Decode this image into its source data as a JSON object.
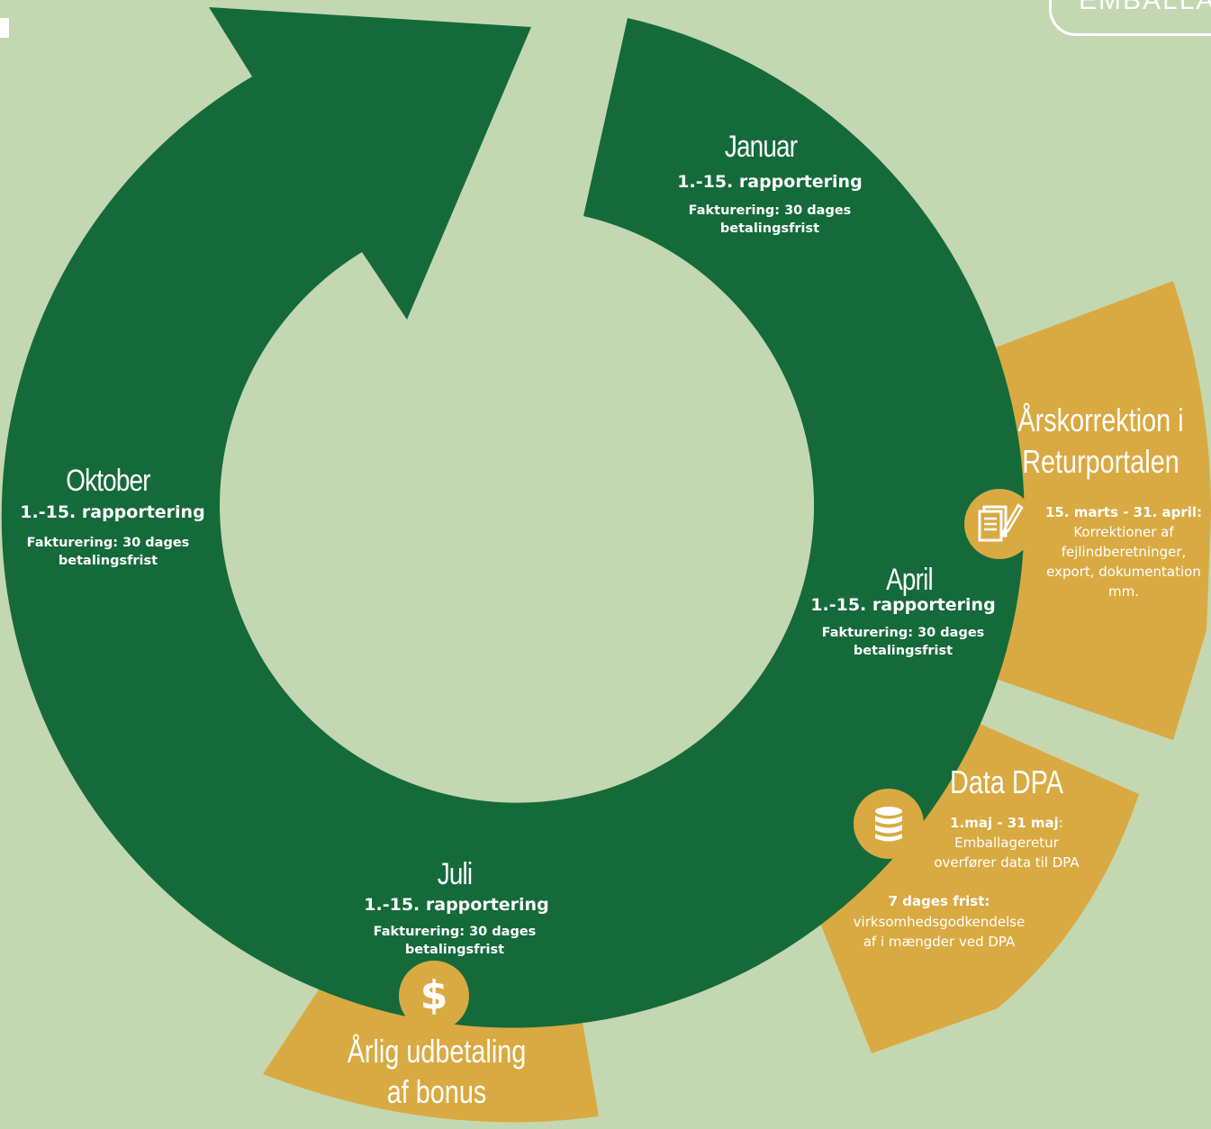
{
  "logo_text": "EMBALLAG",
  "colors": {
    "background": "#c3d8b0",
    "ring": "#156a3a",
    "accent": "#d9aa42",
    "text": "#ffffff"
  },
  "quarters": [
    {
      "month": "Januar",
      "reporting": "1.-15. rapportering",
      "billing_line1": "Fakturering: 30 dages",
      "billing_line2": "betalingsfrist"
    },
    {
      "month": "April",
      "reporting": "1.-15. rapportering",
      "billing_line1": "Fakturering: 30 dages",
      "billing_line2": "betalingsfrist"
    },
    {
      "month": "Juli",
      "reporting": "1.-15. rapportering",
      "billing_line1": "Fakturering: 30 dages",
      "billing_line2": "betalingsfrist"
    },
    {
      "month": "Oktober",
      "reporting": "1.-15. rapportering",
      "billing_line1": "Fakturering: 30 dages",
      "billing_line2": "betalingsfrist"
    }
  ],
  "arskorrektion": {
    "title_line1": "Årskorrektion i",
    "title_line2": "Returportalen",
    "period": "15. marts - 31. april:",
    "desc_line1": "Korrektioner af",
    "desc_line2": "fejlindberetninger,",
    "desc_line3": "export, dokumentation",
    "desc_line4": "mm.",
    "icon": "document-pen-icon"
  },
  "data_dpa": {
    "title": "Data DPA",
    "period": "1.maj - 31 maj",
    "period_suffix": ":",
    "desc_line1": "Emballageretur",
    "desc_line2": "overfører data til DPA",
    "deadline": "7 dages frist:",
    "deadline_line1": "virksomhedsgodkendelse",
    "deadline_line2": "af i mængder ved DPA",
    "icon": "database-icon"
  },
  "bonus": {
    "title_line1": "Årlig udbetaling",
    "title_line2": "af bonus",
    "icon": "dollar-icon",
    "icon_glyph": "$"
  }
}
